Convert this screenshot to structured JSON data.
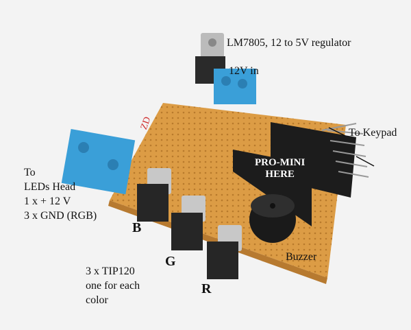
{
  "labels": {
    "regulator": "LM7805, 12 to 5V regulator",
    "power_in": "12V in",
    "keypad": "To Keypad",
    "leds_head": [
      "To",
      "LEDs Head",
      "1 x + 12 V",
      "3 x GND (RGB)"
    ],
    "pro_mini": [
      "PRO-MINI",
      "HERE"
    ],
    "buzzer": "Buzzer",
    "transistors": [
      "3 x TIP120",
      "one for each",
      "color"
    ],
    "channel_b": "B",
    "channel_g": "G",
    "channel_r": "R"
  },
  "colors": {
    "board": "#e0a048",
    "terminal": "#3a9fd8",
    "background": "#f3f3f3"
  }
}
